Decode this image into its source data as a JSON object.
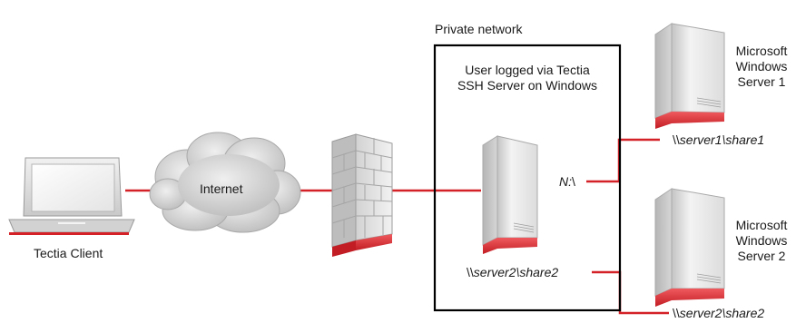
{
  "labels": {
    "private_network": "Private network",
    "user_logged_line1": "User logged via Tectia",
    "user_logged_line2": "SSH Server on Windows",
    "internet": "Internet",
    "tectia_client": "Tectia Client",
    "drive_letter": "N:",
    "drive_sep": "\\",
    "local_share_prefix": "\\\\",
    "local_share_path": "server2\\share2",
    "server1_line1": "Microsoft",
    "server1_line2": "Windows",
    "server1_line3": "Server 1",
    "server2_line1": "Microsoft",
    "server2_line2": "Windows",
    "server2_line3": "Server 2",
    "share1_prefix": "\\\\",
    "share1_path": "server1\\share1",
    "share2_prefix": "\\\\",
    "share2_path": "server2\\share2"
  },
  "colors": {
    "connector": "#d42027",
    "box_border": "#000000",
    "accent_red": "#e03a3e"
  },
  "icons": [
    "laptop-icon",
    "cloud-icon",
    "firewall-icon",
    "server-icon"
  ]
}
